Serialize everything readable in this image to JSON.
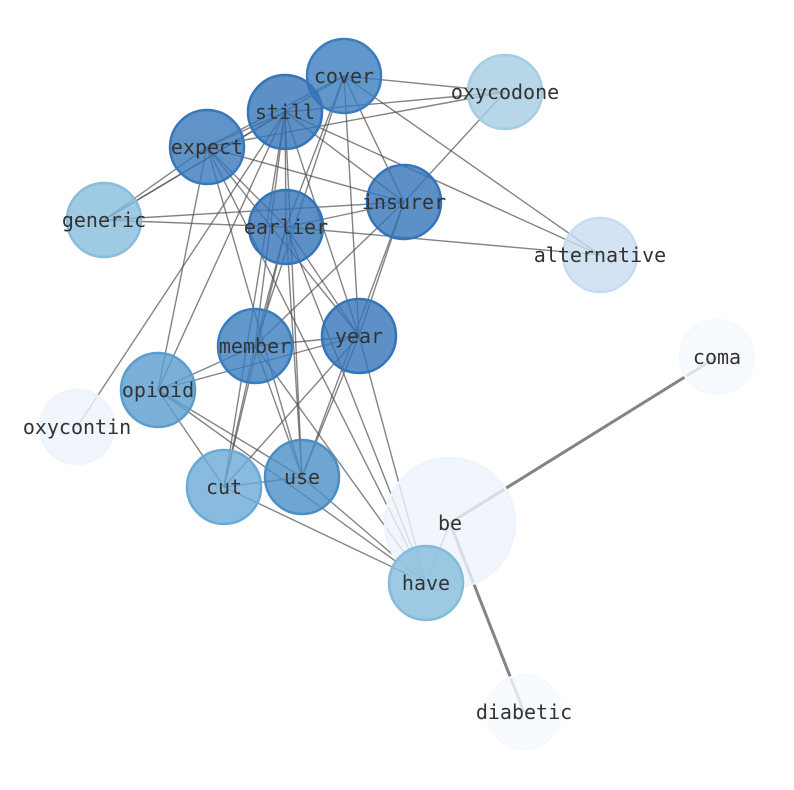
{
  "graph": {
    "nodes": [
      {
        "id": "cover",
        "label": "cover",
        "color": "#3a7dbd"
      },
      {
        "id": "oxycodone",
        "label": "oxycodone",
        "color": "#a5cde3"
      },
      {
        "id": "still",
        "label": "still",
        "color": "#3574b8"
      },
      {
        "id": "expect",
        "label": "expect",
        "color": "#3878ba"
      },
      {
        "id": "generic",
        "label": "generic",
        "color": "#87bddc"
      },
      {
        "id": "insurer",
        "label": "insurer",
        "color": "#3574b8"
      },
      {
        "id": "earlier",
        "label": "earlier",
        "color": "#3574b8"
      },
      {
        "id": "alternative",
        "label": "alternative",
        "color": "#c8dcf0"
      },
      {
        "id": "member",
        "label": "member",
        "color": "#3a7dbd"
      },
      {
        "id": "year",
        "label": "year",
        "color": "#3574b8"
      },
      {
        "id": "coma",
        "label": "coma",
        "color": "#f5f9fe"
      },
      {
        "id": "opioid",
        "label": "opioid",
        "color": "#5a9ecf"
      },
      {
        "id": "oxycontin",
        "label": "oxycontin",
        "color": "#eef4fc"
      },
      {
        "id": "use",
        "label": "use",
        "color": "#4a8ec6"
      },
      {
        "id": "cut",
        "label": "cut",
        "color": "#6aaad6"
      },
      {
        "id": "be",
        "label": "be",
        "color": "#eef4fc"
      },
      {
        "id": "have",
        "label": "have",
        "color": "#84bbdb"
      },
      {
        "id": "diabetic",
        "label": "diabetic",
        "color": "#f5f9fe"
      }
    ],
    "edges": [
      [
        "cover",
        "oxycodone"
      ],
      [
        "cover",
        "expect"
      ],
      [
        "cover",
        "generic"
      ],
      [
        "cover",
        "insurer"
      ],
      [
        "cover",
        "alternative"
      ],
      [
        "cover",
        "year"
      ],
      [
        "cover",
        "member"
      ],
      [
        "cover",
        "earlier"
      ],
      [
        "still",
        "oxycodone"
      ],
      [
        "still",
        "expect"
      ],
      [
        "still",
        "generic"
      ],
      [
        "still",
        "insurer"
      ],
      [
        "still",
        "alternative"
      ],
      [
        "still",
        "earlier"
      ],
      [
        "still",
        "year"
      ],
      [
        "still",
        "member"
      ],
      [
        "still",
        "use"
      ],
      [
        "still",
        "opioid"
      ],
      [
        "still",
        "cut"
      ],
      [
        "still",
        "oxycontin"
      ],
      [
        "expect",
        "oxycodone"
      ],
      [
        "expect",
        "insurer"
      ],
      [
        "expect",
        "earlier"
      ],
      [
        "expect",
        "year"
      ],
      [
        "expect",
        "use"
      ],
      [
        "expect",
        "have"
      ],
      [
        "expect",
        "opioid"
      ],
      [
        "expect",
        "generic"
      ],
      [
        "generic",
        "insurer"
      ],
      [
        "generic",
        "earlier"
      ],
      [
        "insurer",
        "oxycodone"
      ],
      [
        "insurer",
        "year"
      ],
      [
        "insurer",
        "use"
      ],
      [
        "insurer",
        "member"
      ],
      [
        "insurer",
        "earlier"
      ],
      [
        "earlier",
        "year"
      ],
      [
        "earlier",
        "have"
      ],
      [
        "earlier",
        "cut"
      ],
      [
        "earlier",
        "member"
      ],
      [
        "earlier",
        "use"
      ],
      [
        "earlier",
        "alternative"
      ],
      [
        "member",
        "year"
      ],
      [
        "member",
        "opioid"
      ],
      [
        "member",
        "use"
      ],
      [
        "member",
        "have"
      ],
      [
        "member",
        "cut"
      ],
      [
        "year",
        "opioid"
      ],
      [
        "year",
        "use"
      ],
      [
        "year",
        "cut"
      ],
      [
        "year",
        "have"
      ],
      [
        "opioid",
        "cut"
      ],
      [
        "opioid",
        "have"
      ],
      [
        "opioid",
        "use"
      ],
      [
        "cut",
        "use"
      ],
      [
        "cut",
        "have"
      ],
      [
        "use",
        "have"
      ],
      [
        "be",
        "have"
      ]
    ],
    "strong_edges": [
      [
        "be",
        "coma"
      ],
      [
        "be",
        "diabetic"
      ]
    ]
  }
}
